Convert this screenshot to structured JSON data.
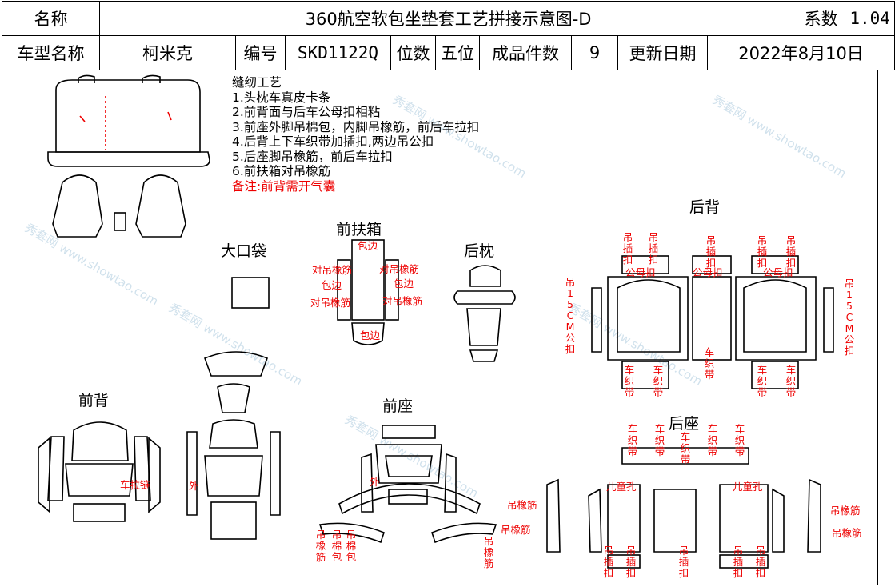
{
  "header": {
    "name_label": "名称",
    "title": "360航空软包坐垫套工艺拼接示意图-D",
    "series_label": "系数",
    "series_value": "1.04",
    "model_label": "车型名称",
    "model_value": "柯米克",
    "code_label": "编号",
    "code_value": "SKD1122Q",
    "seats_label": "位数",
    "seats_value": "五位",
    "pieces_label": "成品件数",
    "pieces_value": "9",
    "date_label": "更新日期",
    "date_value": "2022年8月10日"
  },
  "process": {
    "title": "缝纫工艺",
    "steps": [
      "1.头枕车真皮卡条",
      "2.前背面与后车公母扣相粘",
      "3.前座外脚吊棉包，内脚吊橡筋，前后车拉扣",
      "4.后背上下车织带加插扣,两边吊公扣",
      "5.后座脚吊橡筋，前后车拉扣",
      "6.前扶箱对吊橡筋"
    ],
    "note": "备注:前背需开气囊"
  },
  "sections": {
    "big_pocket": "大口袋",
    "front_armrest": "前扶箱",
    "rear_pillow": "后枕",
    "rear_back": "后背",
    "front_back": "前背",
    "front_seat": "前座",
    "rear_seat": "后座"
  },
  "annotations": {
    "edge": "包边",
    "pair_elastic": "对吊橡筋",
    "hang_buckle": "吊插扣",
    "male_female_buckle": "公母扣",
    "hang_15cm": "吊15CM公扣",
    "webbing": "车织带",
    "pull_zipper": "车拉链",
    "outer": "外",
    "hang_elastic": "吊橡筋",
    "hang_cotton_bag": "吊棉包",
    "child_hole": "儿童孔"
  },
  "watermark": "秀套网 www.showtao.com",
  "colors": {
    "annotation": "#e00000",
    "line": "#000000",
    "watermark": "#78aac8"
  }
}
